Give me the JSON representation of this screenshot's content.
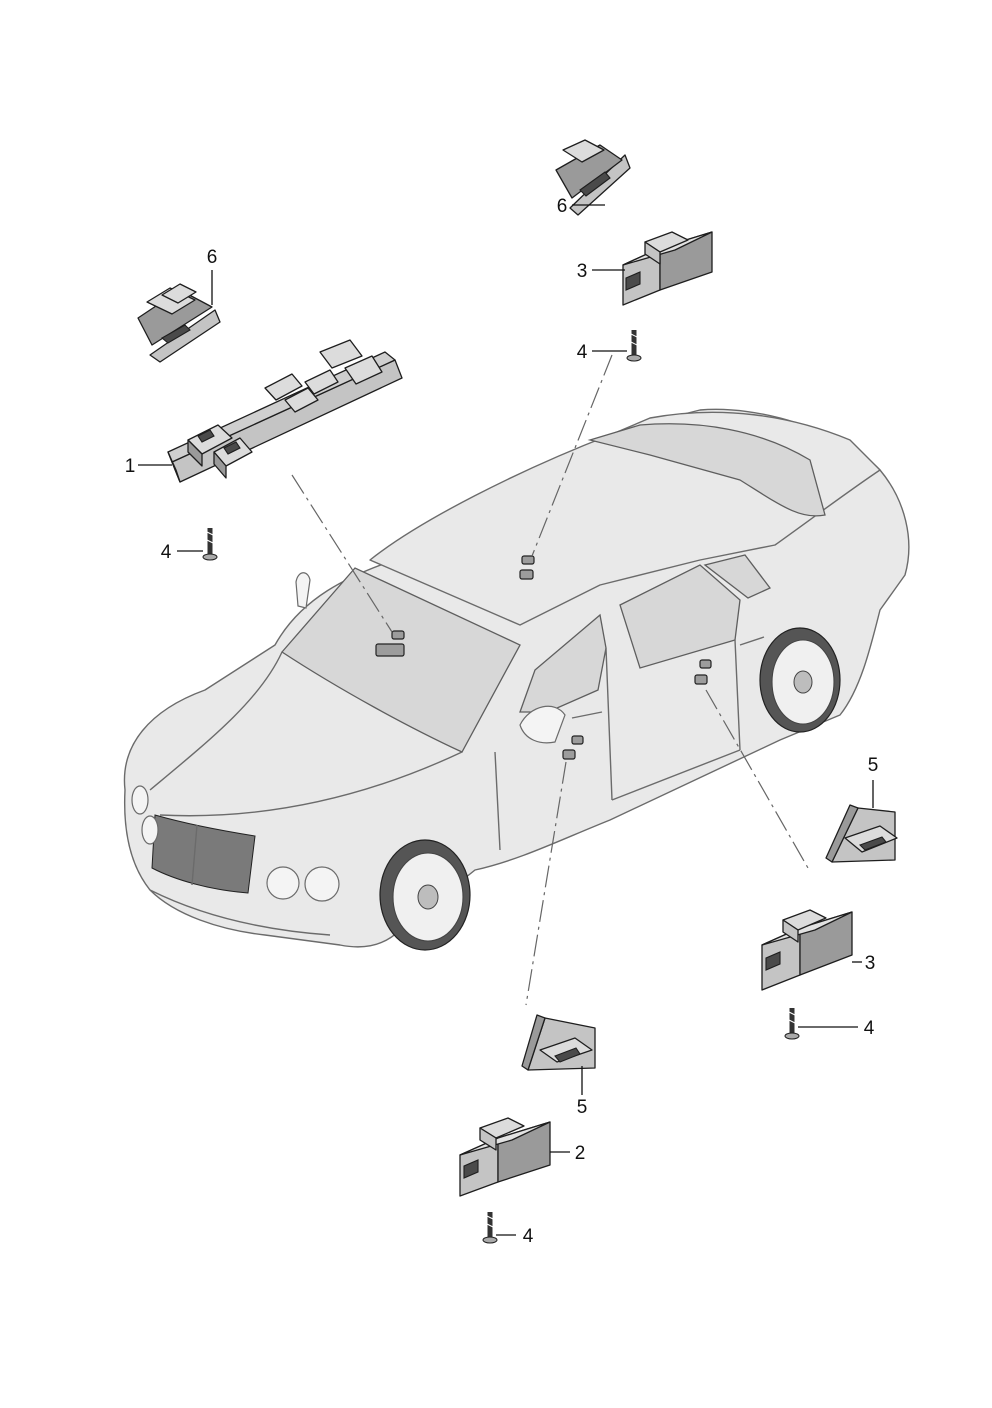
{
  "callouts": [
    {
      "id": "c1",
      "number": "1"
    },
    {
      "id": "c2",
      "number": "2"
    },
    {
      "id": "c3a",
      "number": "3"
    },
    {
      "id": "c3b",
      "number": "3"
    },
    {
      "id": "c4a",
      "number": "4"
    },
    {
      "id": "c4b",
      "number": "4"
    },
    {
      "id": "c4c",
      "number": "4"
    },
    {
      "id": "c4d",
      "number": "4"
    },
    {
      "id": "c5a",
      "number": "5"
    },
    {
      "id": "c5b",
      "number": "5"
    },
    {
      "id": "c6a",
      "number": "6"
    },
    {
      "id": "c6b",
      "number": "6"
    }
  ]
}
